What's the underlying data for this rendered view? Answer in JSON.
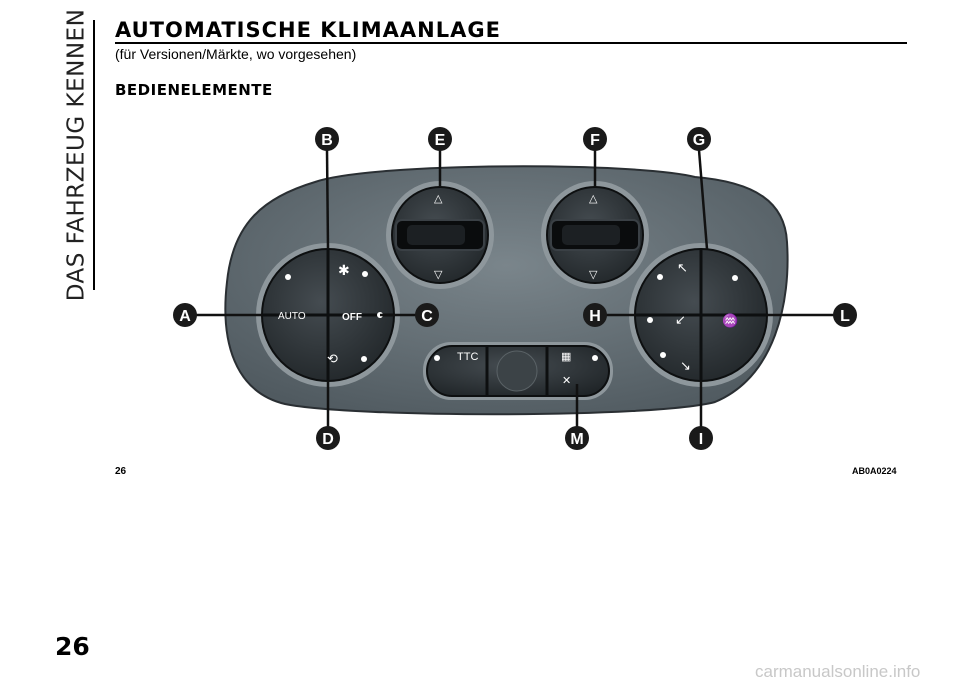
{
  "chapter_title": "DAS FAHRZEUG KENNEN",
  "heading": "AUTOMATISCHE KLIMAANLAGE",
  "subheading": "(für Versionen/Märkte, wo vorgesehen)",
  "section_title": "BEDIENELEMENTE",
  "figure": {
    "number": "26",
    "code": "AB0A0224",
    "callouts": [
      "B",
      "E",
      "F",
      "G",
      "A",
      "C",
      "H",
      "L",
      "D",
      "M",
      "I"
    ],
    "button_labels": {
      "auto": "AUTO",
      "off": "OFF",
      "ttc": "TTC"
    }
  },
  "page_number": "26",
  "watermark": "carmanualsonline.info",
  "colors": {
    "panel": "#5f6b72",
    "knob": "#2b3135",
    "callout": "#1a1a1a"
  }
}
